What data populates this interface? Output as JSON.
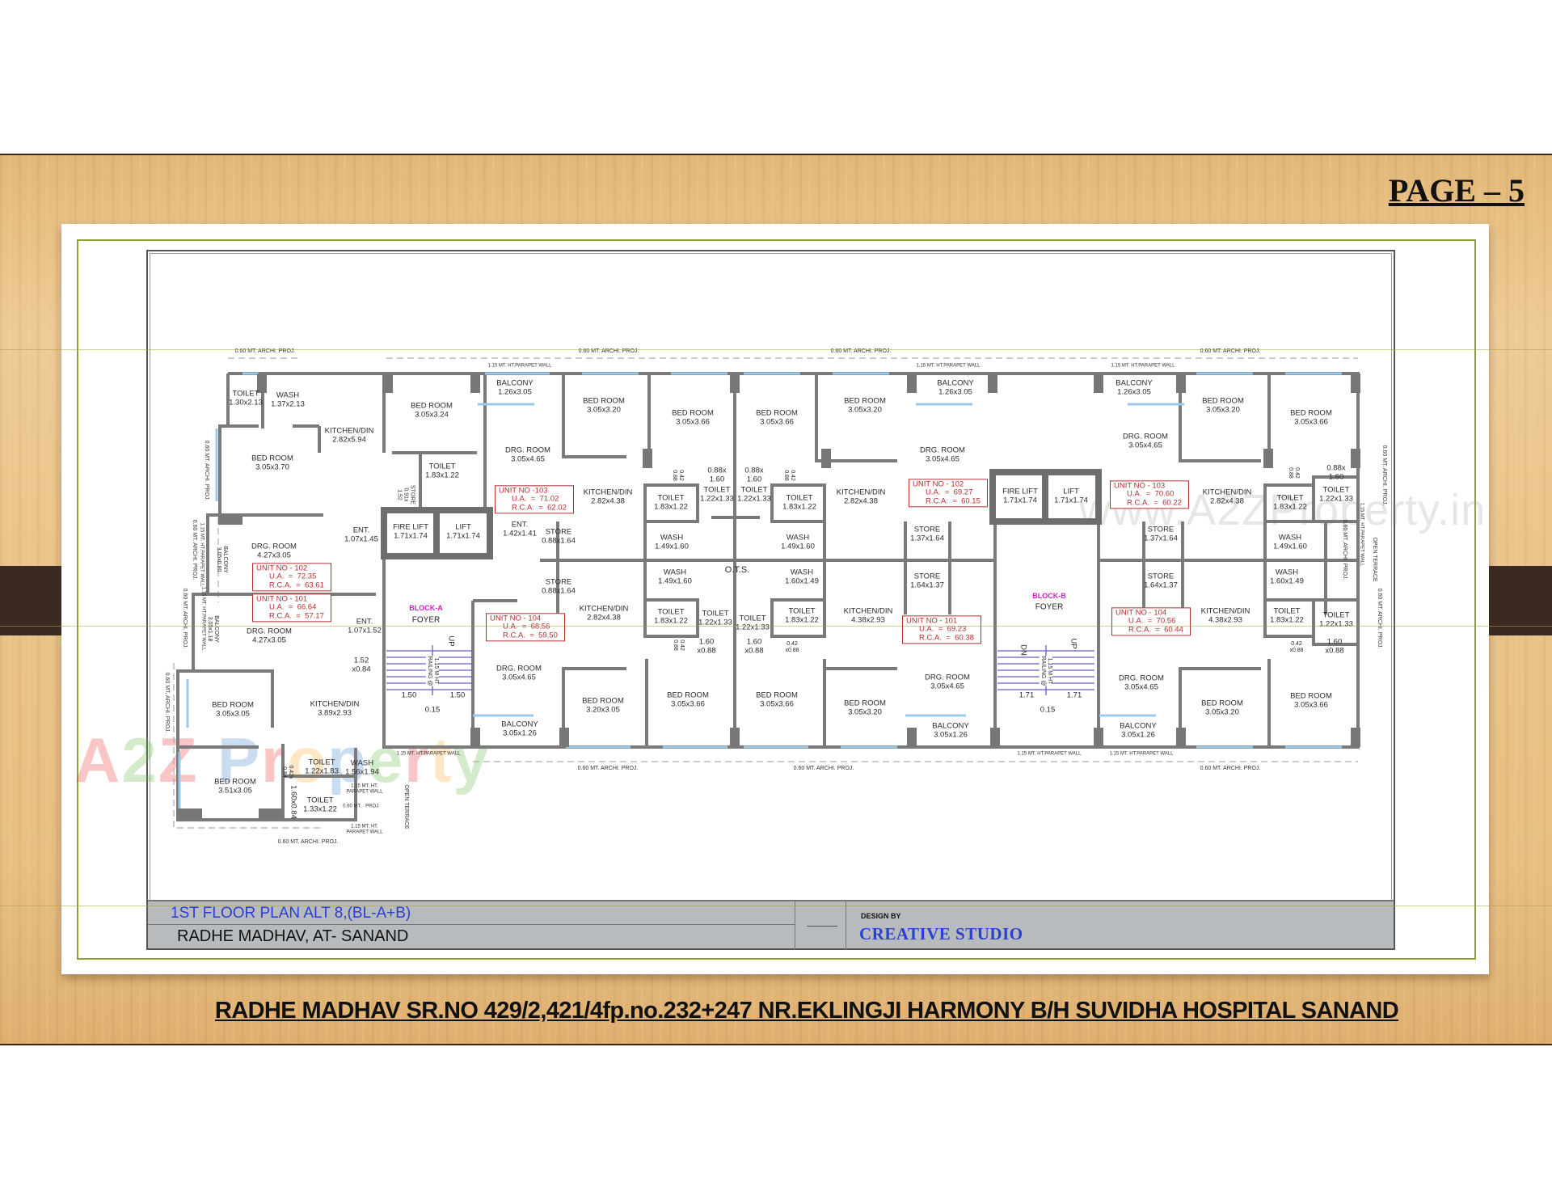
{
  "page_label": "PAGE – 5",
  "caption": "RADHE MADHAV SR.NO 429/2,421/4fp.no.232+247 NR.EKLINGJI HARMONY B/H SUVIDHA HOSPITAL SANAND",
  "watermarks": {
    "url": "www.A2ZProperty.in",
    "logo": "A2Z Property"
  },
  "title_block": {
    "plan_title": "1ST  FLOOR PLAN ALT  8,(BL-A+B)",
    "project": "RADHE MADHAV,  AT- SANAND",
    "design_by_label": "DESIGN BY",
    "designer": "CREATIVE  STUDIO"
  },
  "colors": {
    "unit_box": "#b03030",
    "block_label": "#d01fc8",
    "title_blue": "#2b3fd0",
    "wall": "#7a7a7a",
    "window": "#9cc9e8",
    "stair": "#6a5cc4"
  },
  "blocks": [
    {
      "name": "BLOCK-A",
      "foyer": "FOYER"
    },
    {
      "name": "BLOCK-B",
      "foyer": "FOYER"
    }
  ],
  "units": [
    {
      "title": "UNIT NO - 102",
      "ua": "U.A.  =  72.35",
      "rca": "R.C.A.  =  63.61"
    },
    {
      "title": "UNIT NO - 101",
      "ua": "U.A.  =  66.64",
      "rca": "R.C.A.  =  57.17"
    },
    {
      "title": "UNIT NO -103",
      "ua": "U.A.  =  71.02",
      "rca": "R.C.A.  =  62.02"
    },
    {
      "title": "UNIT NO - 104",
      "ua": "U.A.  =  68.56",
      "rca": "R.C.A.  =  59.50"
    },
    {
      "title": "UNIT NO - 102",
      "ua": "U.A.  =  69.27",
      "rca": "R.C.A.  =  60.15"
    },
    {
      "title": "UNIT NO - 101",
      "ua": "U.A.  =  69.23",
      "rca": "R.C.A.  =  60.38"
    },
    {
      "title": "UNIT NO - 103",
      "ua": "U.A.  =  70.60",
      "rca": "R.C.A.  =  60.22"
    },
    {
      "title": "UNIT NO - 104",
      "ua": "U.A.  =  70.56",
      "rca": "R.C.A.  =  60.44"
    }
  ],
  "stairs": [
    {
      "up": "UP",
      "railing": "1.15 M HT\nRAILING @",
      "width_left": "1.50",
      "width_right": "1.50",
      "gap": "0.15"
    },
    {
      "dn": "DN",
      "up": "UP",
      "railing": "1.15 M HT\nRAILING @",
      "width_left": "1.71",
      "width_right": "1.71",
      "gap": "0.15"
    }
  ],
  "labels": [
    "TOILET\n1.30x2.13",
    "WASH\n1.37x2.13",
    "KITCHEN/DIN\n2.82x5.94",
    "BED ROOM\n3.05x3.24",
    "BED ROOM\n3.05x3.70",
    "TOILET\n1.83x1.22",
    "STORE\n0.91x\n1.52",
    "ENT.\n1.07x1.45",
    "FIRE LIFT\n1.71x1.74",
    "LIFT\n1.71x1.74",
    "DRG. ROOM\n4.27x3.05",
    "DRG. ROOM\n4.27x3.05",
    "ENT.\n1.07x1.52",
    "BALCONY\n3.05x0.80",
    "BALCONY\n3.05x1.18",
    "1.52\nx0.84",
    "BED ROOM\n3.05x3.05",
    "KITCHEN/DIN\n3.89x2.93",
    "BED ROOM\n3.51x3.05",
    "TOILET\n1.22x1.83",
    "0.42x\n0.84",
    "WASH\n1.56x1.94",
    "1.60x0.84",
    "TOILET\n1.33x1.22",
    "BALCONY\n1.26x3.05",
    "BED ROOM\n3.05x3.20",
    "DRG. ROOM\n3.05x4.65",
    "KITCHEN/DIN\n2.82x4.38",
    "ENT.\n1.42x1.41",
    "STORE\n0.88x1.64",
    "BED ROOM\n3.05x3.66",
    "BED ROOM\n3.05x3.66",
    "0.42\n0.88",
    "0.88x\n1.60",
    "0.88x\n1.60",
    "0.42\n0.88",
    "TOILET\n1.83x1.22",
    "TOILET\n1.22x1.33",
    "TOILET\n1.22x1.33",
    "TOILET\n1.83x1.22",
    "WASH\n1.49x1.60",
    "WASH\n1.49x1.60",
    "O.T.S.",
    "WASH\n1.49x1.60",
    "WASH\n1.60x1.49",
    "STORE\n0.88x1.64",
    "KITCHEN/DIN\n2.82x4.38",
    "TOILET\n1.83x1.22",
    "TOILET\n1.22x1.33",
    "TOILET\n1.22x1.33",
    "TOILET\n1.83x1.22",
    "0.42\n0.88",
    "1.60\nx0.88",
    "1.60\nx0.88",
    "0.42\nx0.88",
    "DRG. ROOM\n3.05x4.65",
    "BED ROOM\n3.20x3.05",
    "BED ROOM\n3.05x3.66",
    "BED ROOM\n3.05x3.66",
    "BALCONY\n3.05x1.26",
    "BED ROOM\n3.05x3.20",
    "BALCONY\n1.26x3.05",
    "KITCHEN/DIN\n2.82x4.38",
    "DRG. ROOM\n3.05x4.65",
    "FIRE LIFT\n1.71x1.74",
    "LIFT\n1.71x1.74",
    "STORE\n1.37x1.64",
    "STORE\n1.64x1.37",
    "KITCHEN/DIN\n4.38x2.93",
    "DRG. ROOM\n3.05x4.65",
    "BED ROOM\n3.05x3.20",
    "BALCONY\n3.05x1.26",
    "BALCONY\n1.26x3.05",
    "BED ROOM\n3.05x3.20",
    "BED ROOM\n3.05x3.66",
    "DRG. ROOM\n3.05x4.65",
    "KITCHEN/DIN\n2.82x4.38",
    "TOILET\n1.83x1.22",
    "0.42\n0.88",
    "0.88x\n1.60",
    "TOILET\n1.22x1.33",
    "STORE\n1.37x1.64",
    "STORE\n1.64x1.37",
    "WASH\n1.49x1.60",
    "WASH\n1.60x1.49",
    "KITCHEN/DIN\n4.38x2.93",
    "TOILET\n1.83x1.22",
    "TOILET\n1.22x1.33",
    "0.42\nx0.88",
    "1.60\nx0.88",
    "DRG. ROOM\n3.05x4.65",
    "BED ROOM\n3.05x3.20",
    "BED ROOM\n3.05x3.66",
    "BALCONY\n3.05x1.26"
  ],
  "notes": [
    "0.60 MT. ARCHI. PROJ.",
    "0.60 MT. ARCHI. PROJ.",
    "0.60 MT. ARCHI. PROJ.",
    "0.60 MT. ARCHI. PROJ.",
    "0.60 MT. ARCHI. PROJ.",
    "1.15 MT. HT.PARAPET WALL",
    "1.15 MT. HT.PARAPET WALL",
    "1.15 MT. HT.\nPARAPET WALL",
    "0.60 MT.   PROJ.",
    "1.15 MT. HT.\nPARAPET WALL",
    "OPEN TERRACE",
    "0.60 MT. ARCHI. PROJ.",
    "1.15 MT. HT.PARAPET WALL",
    "1.15 MT. HT.PARAPET WALL",
    "0.60 MT. ARCHI. PROJ.",
    "0.60 MT. ARCHI. PROJ.",
    "0.60 MT. ARCHI. PROJ.",
    "0.60 MT. ARCHI. PROJ.",
    "1.15 MT. HT.PARAPET WALL",
    "1.15 MT. HT.PARAPET WALL",
    "1.15 MT. HT.PARAPET WALL",
    "1.15 MT. HT.PARAPET WALL",
    "0.60 MT. ARCHI. PROJ.",
    "0.60 MT. ARCHI. PROJ.",
    "1.15 MT. HT.PARAPET WALL",
    "OPEN TERRACE",
    "0.60 MT. ARCHI. PROJ.",
    "0.60 MT. ARCHI. PROJ.",
    "0.60 MT. ARCHI. PROJ."
  ]
}
